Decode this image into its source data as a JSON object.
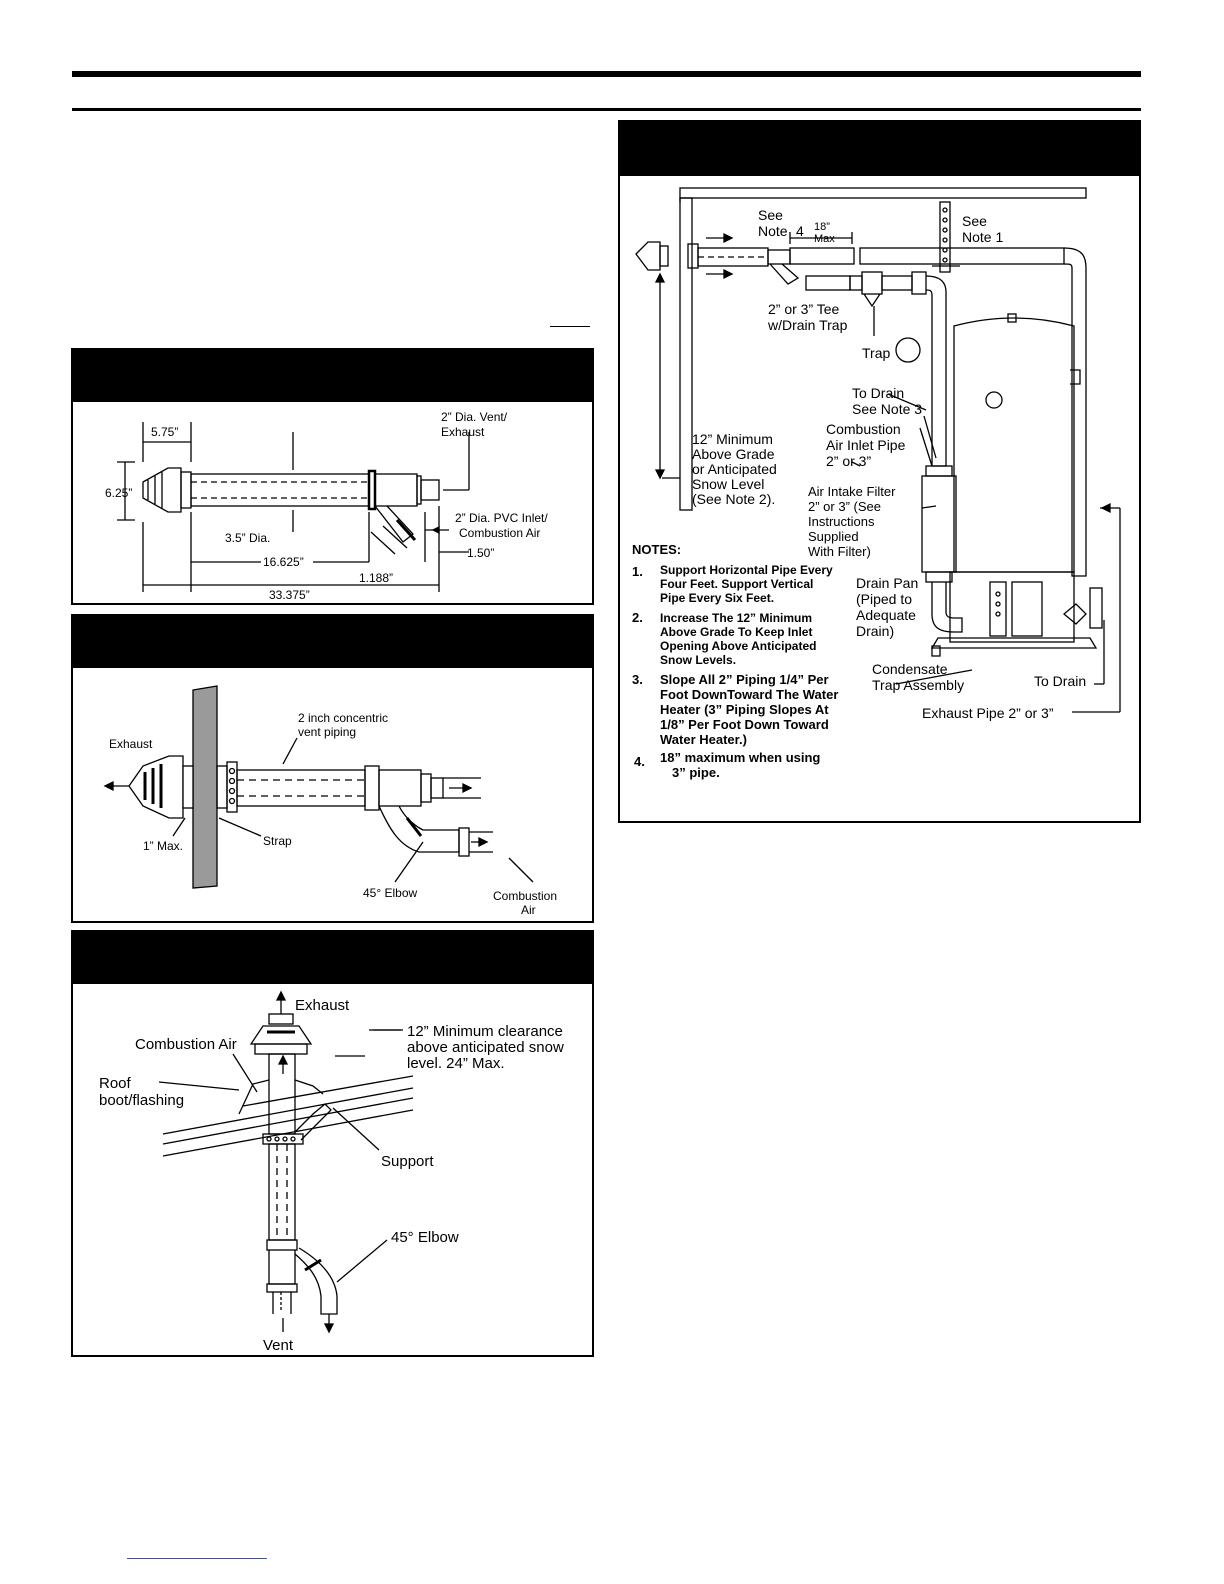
{
  "figure1": {
    "dim_575": "5.75”",
    "dim_625": "6.25”",
    "dim_35": "3.5” Dia.",
    "dim_16625": "16.625”",
    "dim_1188": "1.188”",
    "dim_33375": "33.375”",
    "dim_150": "1.50”",
    "vent_label_1": "2” Dia. Vent/",
    "vent_label_2": "Exhaust",
    "inlet_label_1": "2” Dia. PVC Inlet/",
    "inlet_label_2": "Combustion Air"
  },
  "figure2": {
    "exhaust": "Exhaust",
    "concentric_1": "2 inch concentric",
    "concentric_2": "vent piping",
    "max": "1” Max.",
    "strap": "Strap",
    "elbow": "45° Elbow",
    "combustion_1": "Combustion",
    "combustion_2": "Air"
  },
  "figure3": {
    "exhaust": "Exhaust",
    "combustion_air": "Combustion Air",
    "clearance_1": "12” Minimum clearance",
    "clearance_2": "above anticipated snow",
    "clearance_3": "level.  24” Max.",
    "roof_1": "Roof",
    "roof_2": "boot/flashing",
    "support": "Support",
    "elbow": "45° Elbow",
    "vent": "Vent"
  },
  "figure4": {
    "see_note4_1": "See",
    "see_note4_2": "Note",
    "note4_num": "4",
    "eighteen": "18”",
    "max": "Max",
    "see_note1_1": "See",
    "see_note1_2": "Note 1",
    "tee_1": "2” or 3” Tee",
    "tee_2": "w/Drain Trap",
    "trap": "Trap",
    "to_drain_1": "To Drain",
    "to_drain_2": "See Note 3",
    "combustion_1": "Combustion",
    "combustion_2": "Air Inlet Pipe",
    "combustion_3": "2” or 3”",
    "min_1": "12” Minimum",
    "min_2": "Above Grade",
    "min_3": "or Anticipated",
    "min_4": "Snow Level",
    "min_5": "(See Note 2).",
    "filter_1": "Air Intake Filter",
    "filter_2": "2” or 3” (See",
    "filter_3": "Instructions",
    "filter_4": "Supplied",
    "filter_5": "With Filter)",
    "pan_1": "Drain Pan",
    "pan_2": "(Piped to",
    "pan_3": "Adequate",
    "pan_4": "Drain)",
    "cond_1": "Condensate",
    "cond_2": "Trap Assembly",
    "to_drain": "To Drain",
    "exhaust_pipe": "Exhaust Pipe 2” or 3”",
    "notes_title": "NOTES:",
    "notes": [
      {
        "num": "1.",
        "lines": [
          "Support Horizontal Pipe Every",
          "Four Feet.  Support Vertical",
          "Pipe Every Six Feet."
        ]
      },
      {
        "num": "2.",
        "lines": [
          "Increase The 12” Minimum",
          "Above Grade To Keep Inlet",
          "Opening Above Anticipated",
          "Snow Levels."
        ]
      },
      {
        "num": "3.",
        "lines": [
          "Slope All 2” Piping 1/4” Per",
          "Foot DownToward The Water",
          "Heater (3” Piping Slopes At",
          "1/8” Per Foot Down Toward",
          "Water Heater.)"
        ]
      },
      {
        "num": "4.",
        "lines": [
          "18” maximum when using",
          "3” pipe."
        ]
      }
    ]
  }
}
